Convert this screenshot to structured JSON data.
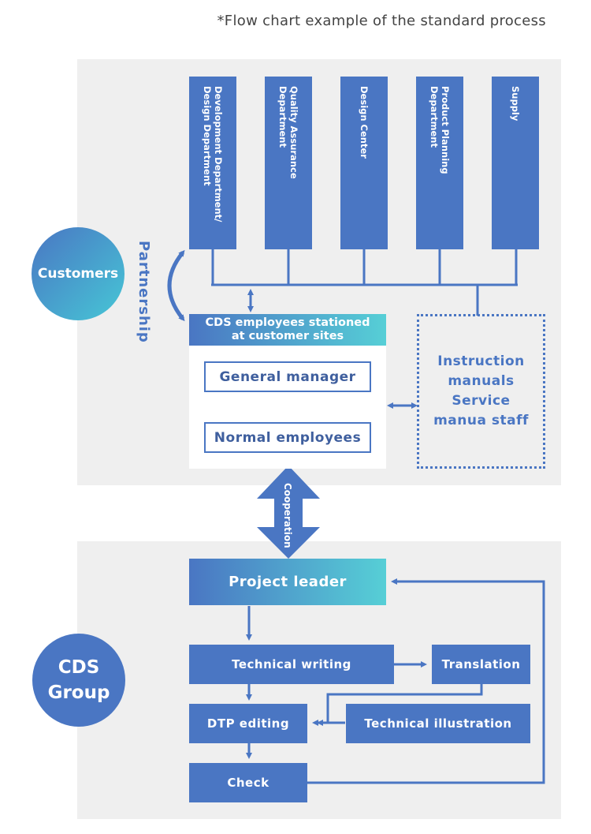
{
  "note": "*Flow chart example of the standard process",
  "customers_label": "Customers",
  "cds_group_label": "CDS\nGroup",
  "partnership": "Partnership",
  "cooperation": "Cooperation",
  "departments": [
    {
      "label": "Development Department/\nDesign Department"
    },
    {
      "label": "Quality Assurance\nDepartment"
    },
    {
      "label": "Design Center"
    },
    {
      "label": "Product Planning\nDepartment"
    },
    {
      "label": "Supply"
    }
  ],
  "stationed": {
    "title": "CDS employees stationed\nat customer sites",
    "general_manager": "General manager",
    "normal_employees": "Normal employees"
  },
  "instruction": "Instruction\nmanuals\nService\nmanua staff",
  "flow": {
    "project_leader": "Project leader",
    "technical_writing": "Technical writing",
    "translation": "Translation",
    "dtp_editing": "DTP editing",
    "technical_illustration": "Technical illustration",
    "check": "Check"
  },
  "colors": {
    "primary": "#4a76c3",
    "accent": "#46c7d6",
    "panel": "#efefef"
  }
}
